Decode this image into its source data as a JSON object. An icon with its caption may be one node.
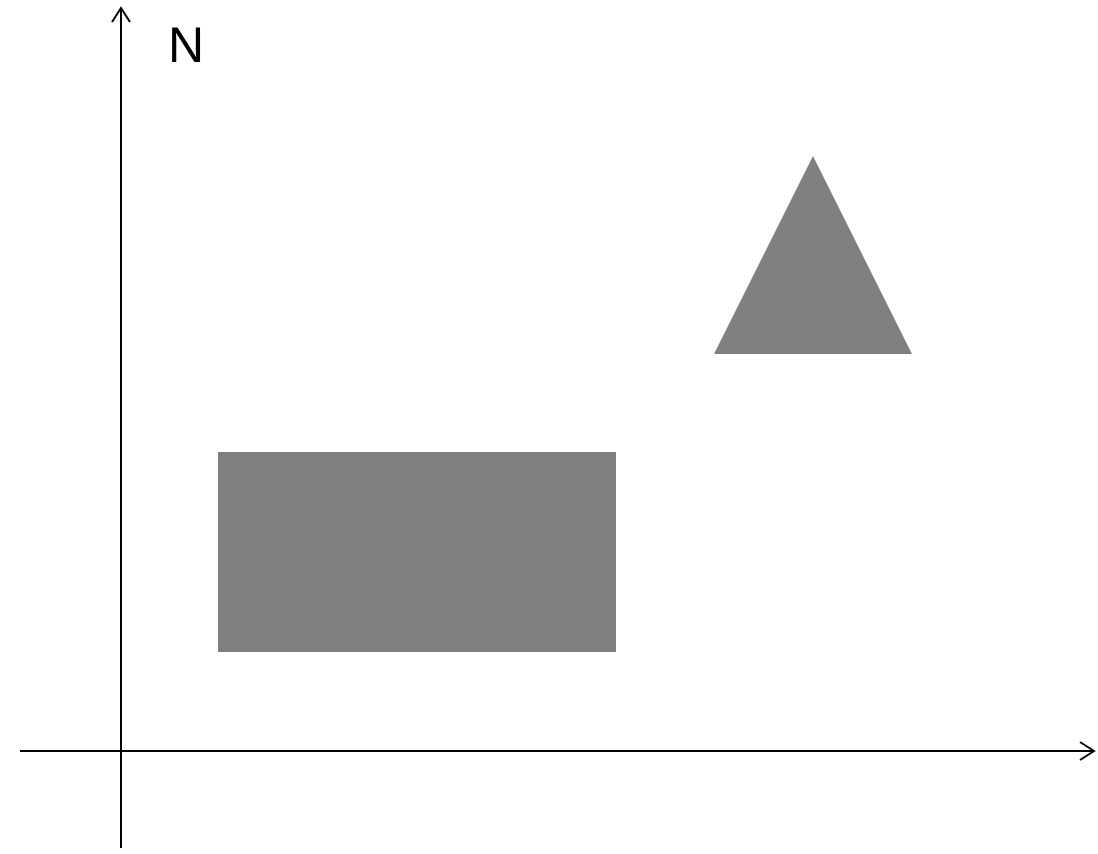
{
  "diagram": {
    "nodes": [
      {
        "text": [],
        "shape": "box"
      },
      {
        "text": [],
        "shape": "triangle"
      }
    ],
    "labels": [
      "N"
    ]
  }
}
